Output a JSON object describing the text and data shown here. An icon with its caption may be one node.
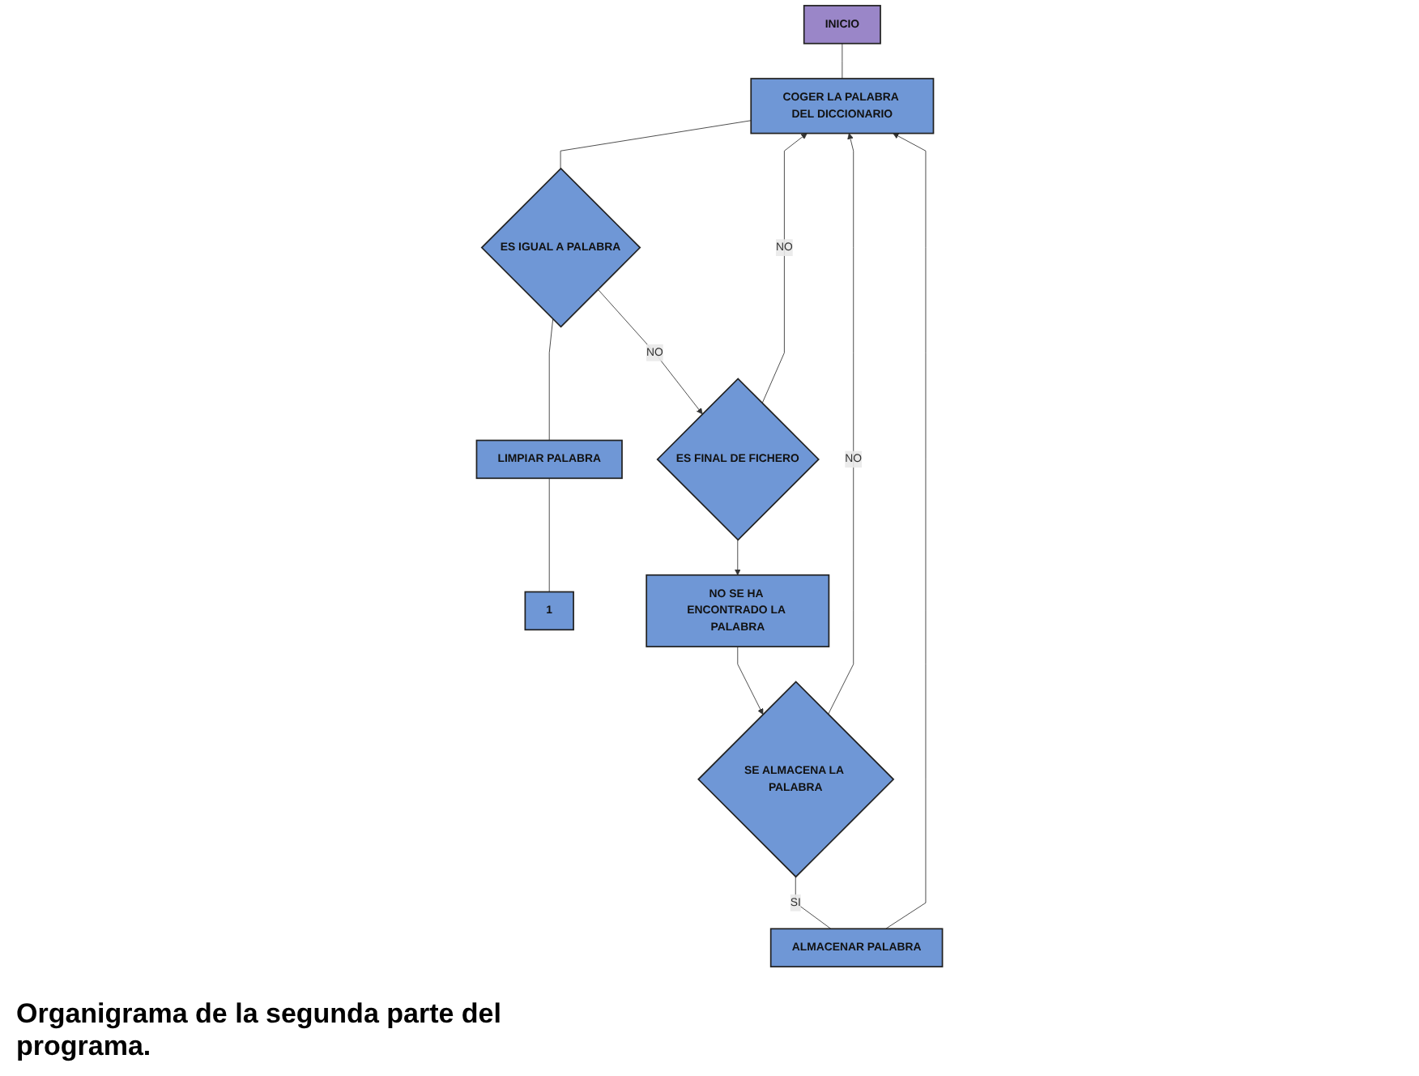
{
  "diagram": {
    "caption": "Organigrama de la segunda parte del programa.",
    "nodes": [
      {
        "text": [
          "INICIO"
        ]
      },
      {
        "text": [
          "COGER LA PALABRA DEL DICCIONARIO"
        ]
      },
      {
        "text": [
          "ES IGUAL A PALABRA"
        ]
      },
      {
        "text": [
          "ES FINAL DE FICHERO"
        ]
      },
      {
        "text": [
          "LIMPIAR PALABRA"
        ]
      },
      {
        "text": [
          "1"
        ]
      },
      {
        "text": [
          "NO SE HA ENCONTRADO LA PALABRA"
        ]
      },
      {
        "text": [
          "SE ALMACENA LA PALABRA"
        ]
      },
      {
        "text": [
          "ALMACENAR PALABRA"
        ]
      }
    ],
    "edges": [
      {
        "from": 0,
        "to": 1,
        "arrow": "none"
      },
      {
        "from": 1,
        "to": 2,
        "arrow": "none"
      },
      {
        "from": 2,
        "to": 3,
        "label": "NO",
        "arrow": "to"
      },
      {
        "from": 3,
        "to": 1,
        "label": "NO",
        "arrow": "to"
      },
      {
        "from": 2,
        "to": 4,
        "arrow": "none"
      },
      {
        "from": 4,
        "to": 5,
        "arrow": "none"
      },
      {
        "from": 3,
        "to": 6,
        "arrow": "to"
      },
      {
        "from": 6,
        "to": 7,
        "arrow": "to"
      },
      {
        "from": 7,
        "to": 8,
        "label": "SI",
        "arrow": "none"
      },
      {
        "from": 8,
        "to": 1,
        "arrow": "to"
      },
      {
        "from": 7,
        "to": 1,
        "label": "NO",
        "arrow": "to"
      }
    ]
  }
}
